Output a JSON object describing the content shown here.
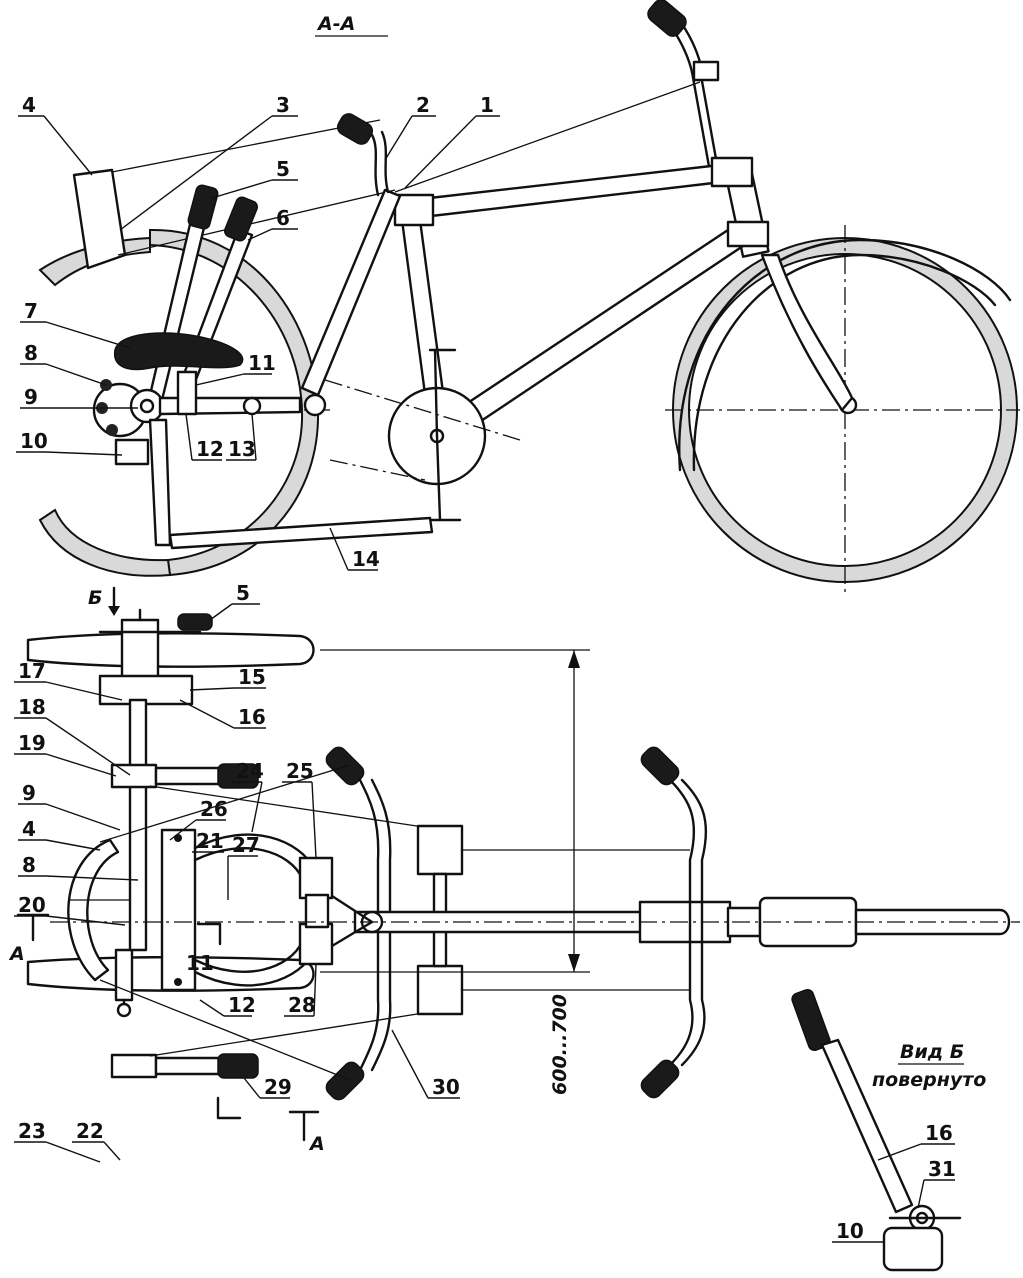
{
  "section_title": "А-А",
  "view_title": "Вид Б",
  "view_subtitle": "повернуто",
  "dimension": "600...700",
  "section_letter_a": "А",
  "section_letter_b": "Б",
  "labels": {
    "n1": "1",
    "n2": "2",
    "n3": "3",
    "n4": "4",
    "n5": "5",
    "n6": "6",
    "n7": "7",
    "n8": "8",
    "n9": "9",
    "n10": "10",
    "n11": "11",
    "n12": "12",
    "n13": "13",
    "n14": "14",
    "n15": "15",
    "n16": "16",
    "n17": "17",
    "n18": "18",
    "n19": "19",
    "n20": "20",
    "n21": "21",
    "n22": "22",
    "n23": "23",
    "n24": "24",
    "n25": "25",
    "n26": "26",
    "n27": "27",
    "n28": "28",
    "n29": "29",
    "n30": "30",
    "n31": "31"
  }
}
